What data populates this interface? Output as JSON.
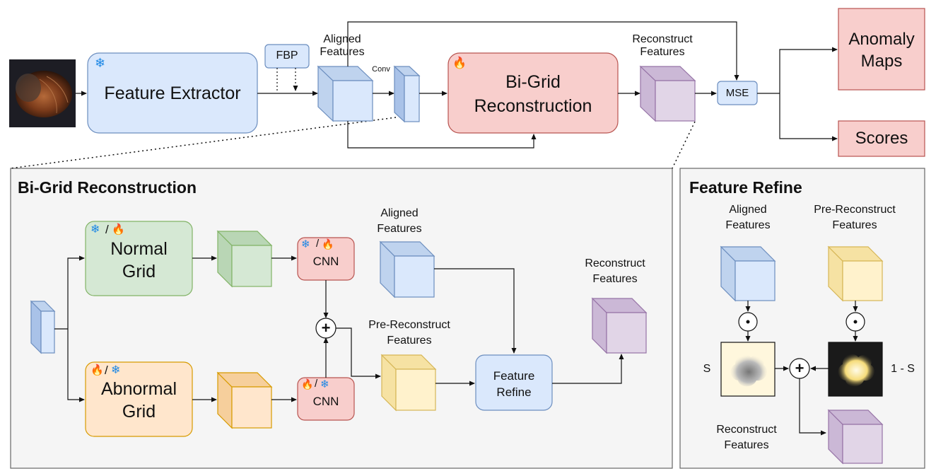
{
  "top": {
    "feature_extractor": "Feature Extractor",
    "fbp": "FBP",
    "aligned_features": "Aligned Features",
    "conv": "Conv",
    "bigrid_recon_l1": "Bi-Grid",
    "bigrid_recon_l2": "Reconstruction",
    "reconstruct_features": "Reconstruct Features",
    "mse": "MSE",
    "anomaly_maps": "Anomaly Maps",
    "scores": "Scores"
  },
  "bigrid_panel": {
    "title": "Bi-Grid Reconstruction",
    "normal_grid_l1": "Normal",
    "normal_grid_l2": "Grid",
    "abnormal_grid_l1": "Abnormal",
    "abnormal_grid_l2": "Grid",
    "cnn_top": "CNN",
    "cnn_bottom": "CNN",
    "aligned_features": "Aligned Features",
    "pre_reconstruct_features": "Pre-Reconstruct Features",
    "feature_refine_l1": "Feature",
    "feature_refine_l2": "Refine",
    "reconstruct_features": "Reconstruct Features",
    "slash": "/"
  },
  "refine_panel": {
    "title": "Feature Refine",
    "aligned_features": "Aligned Features",
    "pre_reconstruct_features": "Pre-Reconstruct Features",
    "s_label": "S",
    "one_minus_s_label": "1 - S",
    "reconstruct_features": "Reconstruct Features"
  },
  "icons": {
    "frozen": "snowflake-icon",
    "trainable": "fire-icon",
    "frozen_glyph": "❄",
    "trainable_glyph": "🔥",
    "plus_glyph": "+",
    "dot_glyph": "⊙"
  },
  "colors": {
    "blue_fill": "#dae8fc",
    "blue_stroke": "#6c8ebf",
    "red_fill": "#f8cecc",
    "red_stroke": "#b85450",
    "green_fill": "#d5e8d4",
    "green_stroke": "#82b366",
    "orange_fill": "#ffe6cc",
    "orange_stroke": "#d79b00",
    "yellow_fill": "#fff2cc",
    "yellow_stroke": "#d6b656",
    "purple_fill": "#e1d5e7",
    "purple_stroke": "#9673a6",
    "panel_fill": "#f5f5f5",
    "panel_stroke": "#666666"
  }
}
